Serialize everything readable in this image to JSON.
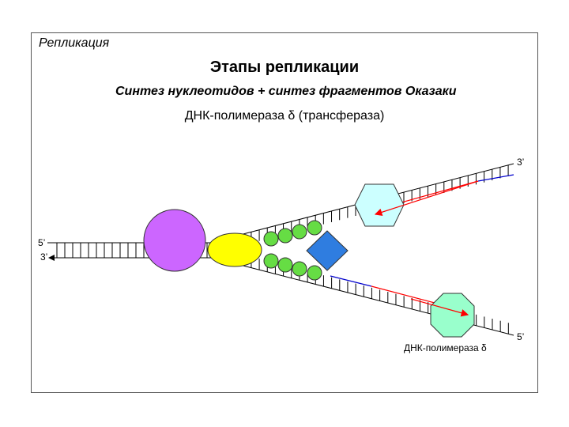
{
  "header": {
    "corner_title": "Репликация",
    "title": "Этапы репликации",
    "subtitle": "Синтез нуклеотидов + синтез фрагментов Оказаки",
    "enzyme_line": "ДНК-полимераза δ (трансфераза)"
  },
  "diagram": {
    "left_strand_top_label": "5’",
    "left_strand_bottom_label": "3’",
    "upper_fork_end_label": "3’",
    "lower_fork_end_label": "5’",
    "lower_enzyme_label": "ДНК-полимераза δ",
    "colors": {
      "strand": "#000000",
      "helicase": "#cc66ff",
      "clamp": "#ffff00",
      "ssb_protein": "#66dd44",
      "primase": "#2f7de0",
      "upper_polymerase": "#ccffff",
      "lower_polymerase": "#99ffcc",
      "new_strand_red": "#ff0000",
      "new_strand_blue": "#0000cc"
    }
  }
}
